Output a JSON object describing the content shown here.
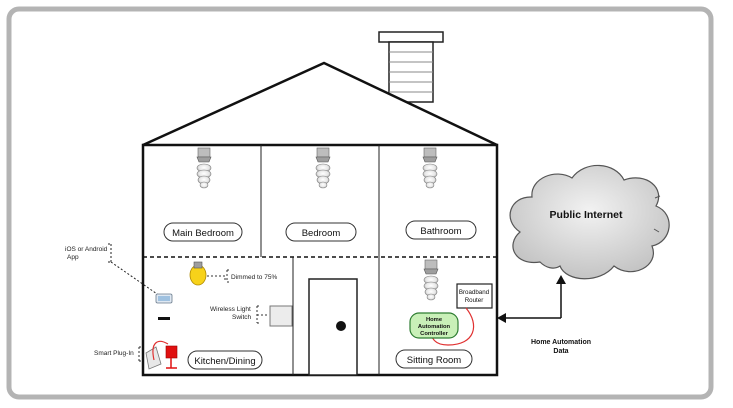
{
  "rooms": {
    "main_bedroom": "Main Bedroom",
    "bedroom": "Bedroom",
    "bathroom": "Bathroom",
    "kitchen": "Kitchen/Dining",
    "sitting_room": "Sitting Room"
  },
  "callouts": {
    "app_line1": "iOS or Android",
    "app_line2": "App",
    "dimmed": "Dimmed to 75%",
    "switch_line1": "Wireless  Light",
    "switch_line2": "Switch",
    "plug": "Smart Plug-In",
    "router_line1": "Broadband",
    "router_line2": "Router",
    "controller_line1": "Home",
    "controller_line2": "Automation",
    "controller_line3": "Controller"
  },
  "cloud": {
    "label": "Public Internet"
  },
  "link": {
    "line1": "Home Automation",
    "line2": "Data"
  },
  "colors": {
    "frame_border": "#b4b4b4",
    "outline": "#1a1a1a",
    "controller_fill": "#c9f0b8",
    "controller_stroke": "#2e7d32",
    "cable": "#e03030",
    "bulb_lit": "#f7d21a",
    "cloud_fill": "#d9d9d9",
    "plug_red": "#e01010"
  },
  "icons": {
    "bulb": "light-bulb-icon",
    "phone": "phone-icon",
    "switch": "wall-switch-icon",
    "plug": "smart-plug-icon",
    "lamp": "lamp-icon",
    "door": "door-icon",
    "chimney": "chimney-icon",
    "cloud": "cloud-icon"
  }
}
